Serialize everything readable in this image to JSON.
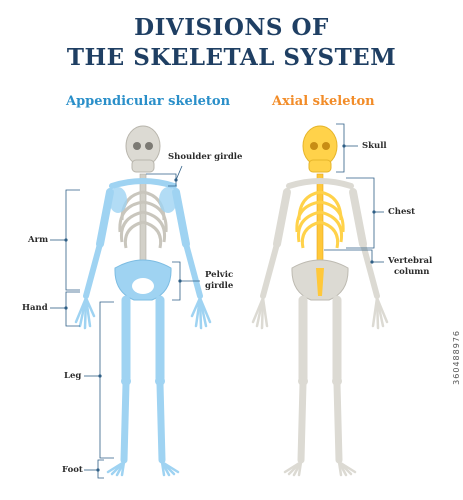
{
  "title": {
    "line1": "DIVISIONS OF",
    "line2": "THE SKELETAL SYSTEM"
  },
  "sections": {
    "appendicular": "Appendicular skeleton",
    "axial": "Axial skeleton"
  },
  "labels": {
    "shoulder_girdle": "Shoulder girdle",
    "arm": "Arm",
    "hand": "Hand",
    "pelvic_girdle_1": "Pelvic",
    "pelvic_girdle_2": "girdle",
    "leg": "Leg",
    "foot": "Foot",
    "skull": "Skull",
    "chest": "Chest",
    "vertebral_1": "Vertebral",
    "vertebral_2": "column"
  },
  "watermark": "360488976",
  "colors": {
    "title": "#1f3f63",
    "appendicular": "#2a8fc9",
    "axial": "#f28c28",
    "bone_blue": "#9fd3f2",
    "bone_grey": "#dcdad3",
    "bone_yellow": "#ffd24a"
  }
}
